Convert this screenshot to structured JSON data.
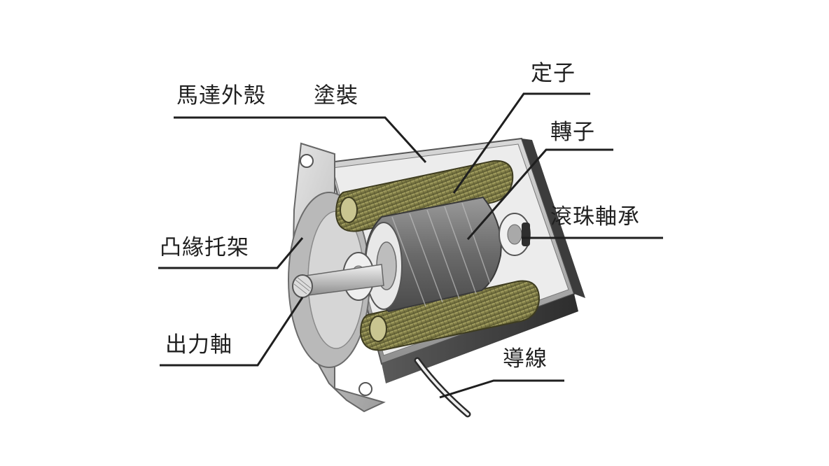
{
  "labels": {
    "housing": "馬達外殼",
    "coating": "塗裝",
    "stator": "定子",
    "rotor": "轉子",
    "bearing": "滾珠軸承",
    "flange": "凸緣托架",
    "shaft": "出力軸",
    "wire": "導線"
  },
  "colors": {
    "leader": "#1f1f1f",
    "coil": "#7d7a45",
    "rotor": "#6e6e6e",
    "housing": "#9a9a9a"
  }
}
